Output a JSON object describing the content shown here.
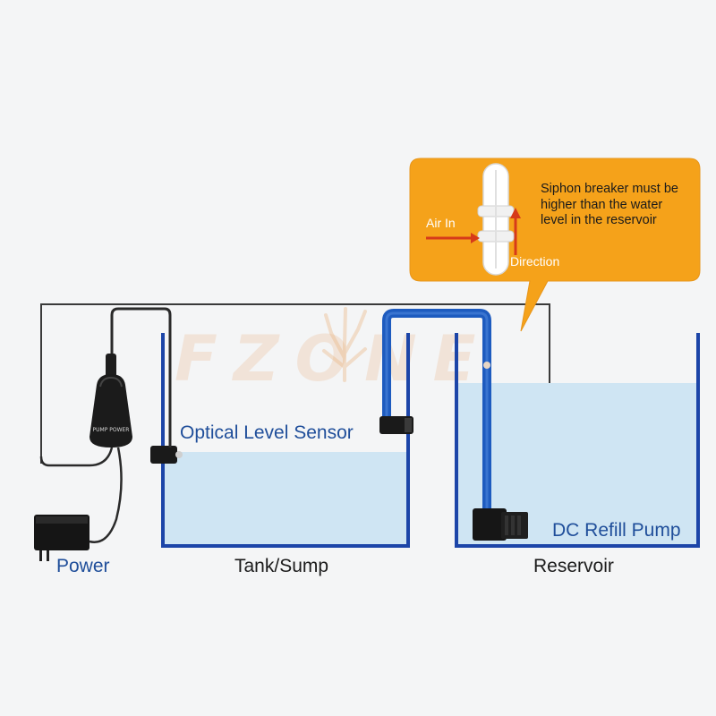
{
  "diagram": {
    "watermark": "FZONE",
    "labels": {
      "optical_sensor": "Optical Level Sensor",
      "pump": "DC Refill Pump",
      "power": "Power",
      "tank": "Tank/Sump",
      "reservoir": "Reservoir"
    },
    "callout": {
      "text": "Siphon breaker must be higher than the water level in the reservoir",
      "air_in": "Air In",
      "direction": "Direction"
    },
    "controller_text": "PUMP POWER",
    "colors": {
      "background": "#f4f5f6",
      "tank_wall": "#1c45a8",
      "water": "#cfe5f3",
      "tube": "#1d5bbf",
      "callout": "#f5a21a",
      "cable": "#2a2a2a",
      "label_blue": "#1f4e9a"
    }
  }
}
